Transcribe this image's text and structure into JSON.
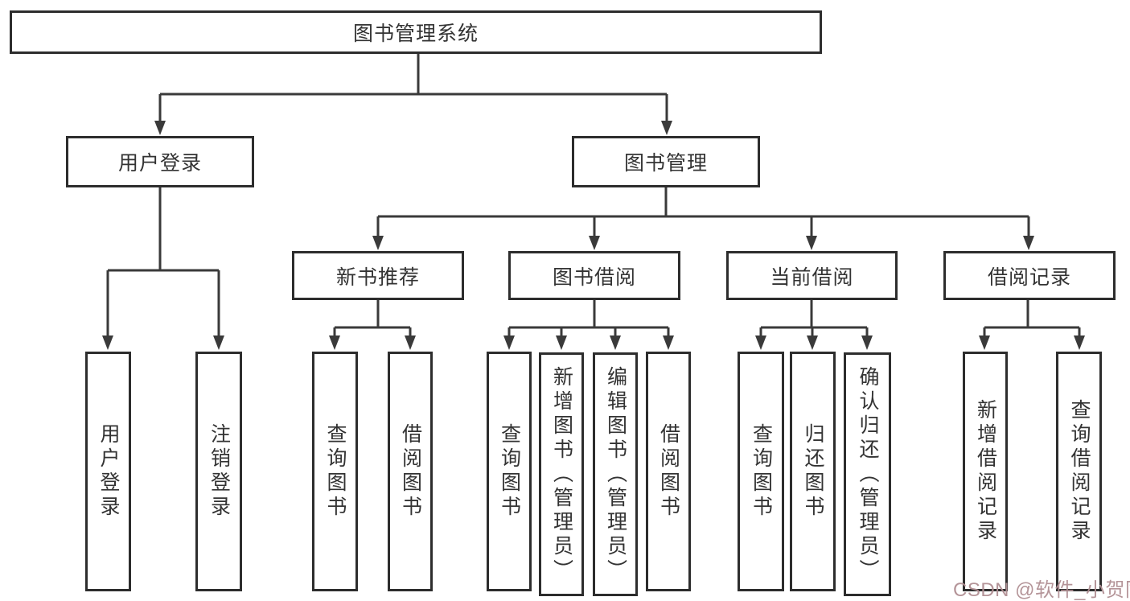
{
  "diagram": {
    "root": {
      "label": "图书管理系统"
    },
    "level2": [
      {
        "label": "用户登录",
        "leaves": [
          {
            "label": "用户登录"
          },
          {
            "label": "注销登录"
          }
        ]
      },
      {
        "label": "图书管理",
        "groups": [
          {
            "label": "新书推荐",
            "leaves": [
              {
                "label": "查询图书"
              },
              {
                "label": "借阅图书"
              }
            ]
          },
          {
            "label": "图书借阅",
            "leaves": [
              {
                "label": "查询图书"
              },
              {
                "label": "新增图书（管理员）"
              },
              {
                "label": "编辑图书（管理员）"
              },
              {
                "label": "借阅图书"
              }
            ]
          },
          {
            "label": "当前借阅",
            "leaves": [
              {
                "label": "查询图书"
              },
              {
                "label": "归还图书"
              },
              {
                "label": "确认归还（管理员）"
              }
            ]
          },
          {
            "label": "借阅记录",
            "leaves": [
              {
                "label": "新增借阅记录"
              },
              {
                "label": "查询借阅记录"
              }
            ]
          }
        ]
      }
    ],
    "watermark": "CSDN @软件_小贺同学",
    "colors": {
      "line": "#3a3a3a",
      "box_border": "#2d2d2d",
      "text": "#333333",
      "background": "#ffffff",
      "watermark": "#b08e92"
    }
  }
}
